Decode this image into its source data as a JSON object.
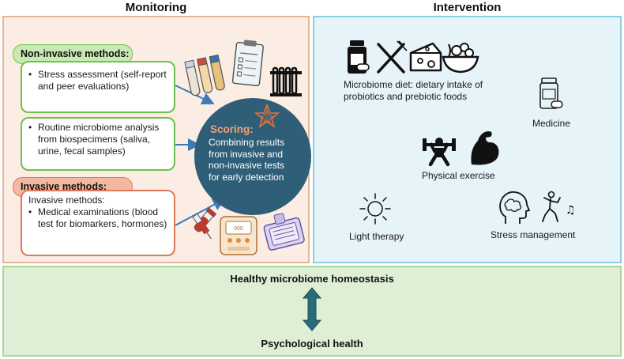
{
  "titles": {
    "monitoring": "Monitoring",
    "intervention": "Intervention"
  },
  "monitoring": {
    "non_invasive_header": "Non-invasive methods:",
    "stress_assessment": "Stress assessment (self-report and peer evaluations)",
    "microbiome_analysis": "Routine microbiome analysis from biospecimens (saliva, urine, fecal samples)",
    "invasive_header": "Invasive methods:",
    "invasive_sub": "Invasive methods:",
    "medical_exams": "Medical examinations (blood test for biomarkers, hormones)",
    "scoring_title": "Scoring:",
    "scoring_text": "Combining results from invasive and non-invasive tests for early detection",
    "icons": [
      "test-tubes-icon",
      "clipboard-icon",
      "tube-rack-icon",
      "blood-syringe-icon",
      "analyzer-device-icon",
      "test-kit-icon",
      "scoring-star-icon"
    ]
  },
  "intervention": {
    "diet": "Microbiome diet: dietary intake of probiotics and prebiotic foods",
    "medicine": "Medicine",
    "exercise": "Physical exercise",
    "light": "Light therapy",
    "stress": "Stress management",
    "icons": [
      "supplement-bottle-icon",
      "fork-knife-icon",
      "cheese-icon",
      "fruit-bowl-icon",
      "pill-bottle-icon",
      "weightlifter-icon",
      "flexed-arm-icon",
      "sun-icon",
      "brain-head-icon",
      "dancer-icon"
    ]
  },
  "bottom": {
    "top_label": "Healthy microbiome homeostasis",
    "bottom_label": "Psychological health"
  },
  "colors": {
    "monitor_bg": "#fbece4",
    "monitor_border": "#e7b59a",
    "intervention_bg": "#e6f3f8",
    "intervention_border": "#8ccfe3",
    "bottom_bg": "#deefd6",
    "bottom_border": "#a8d79a",
    "circle": "#2f5f78",
    "arrow": "#3e7ab5",
    "double_arrow": "#2a6b78"
  }
}
